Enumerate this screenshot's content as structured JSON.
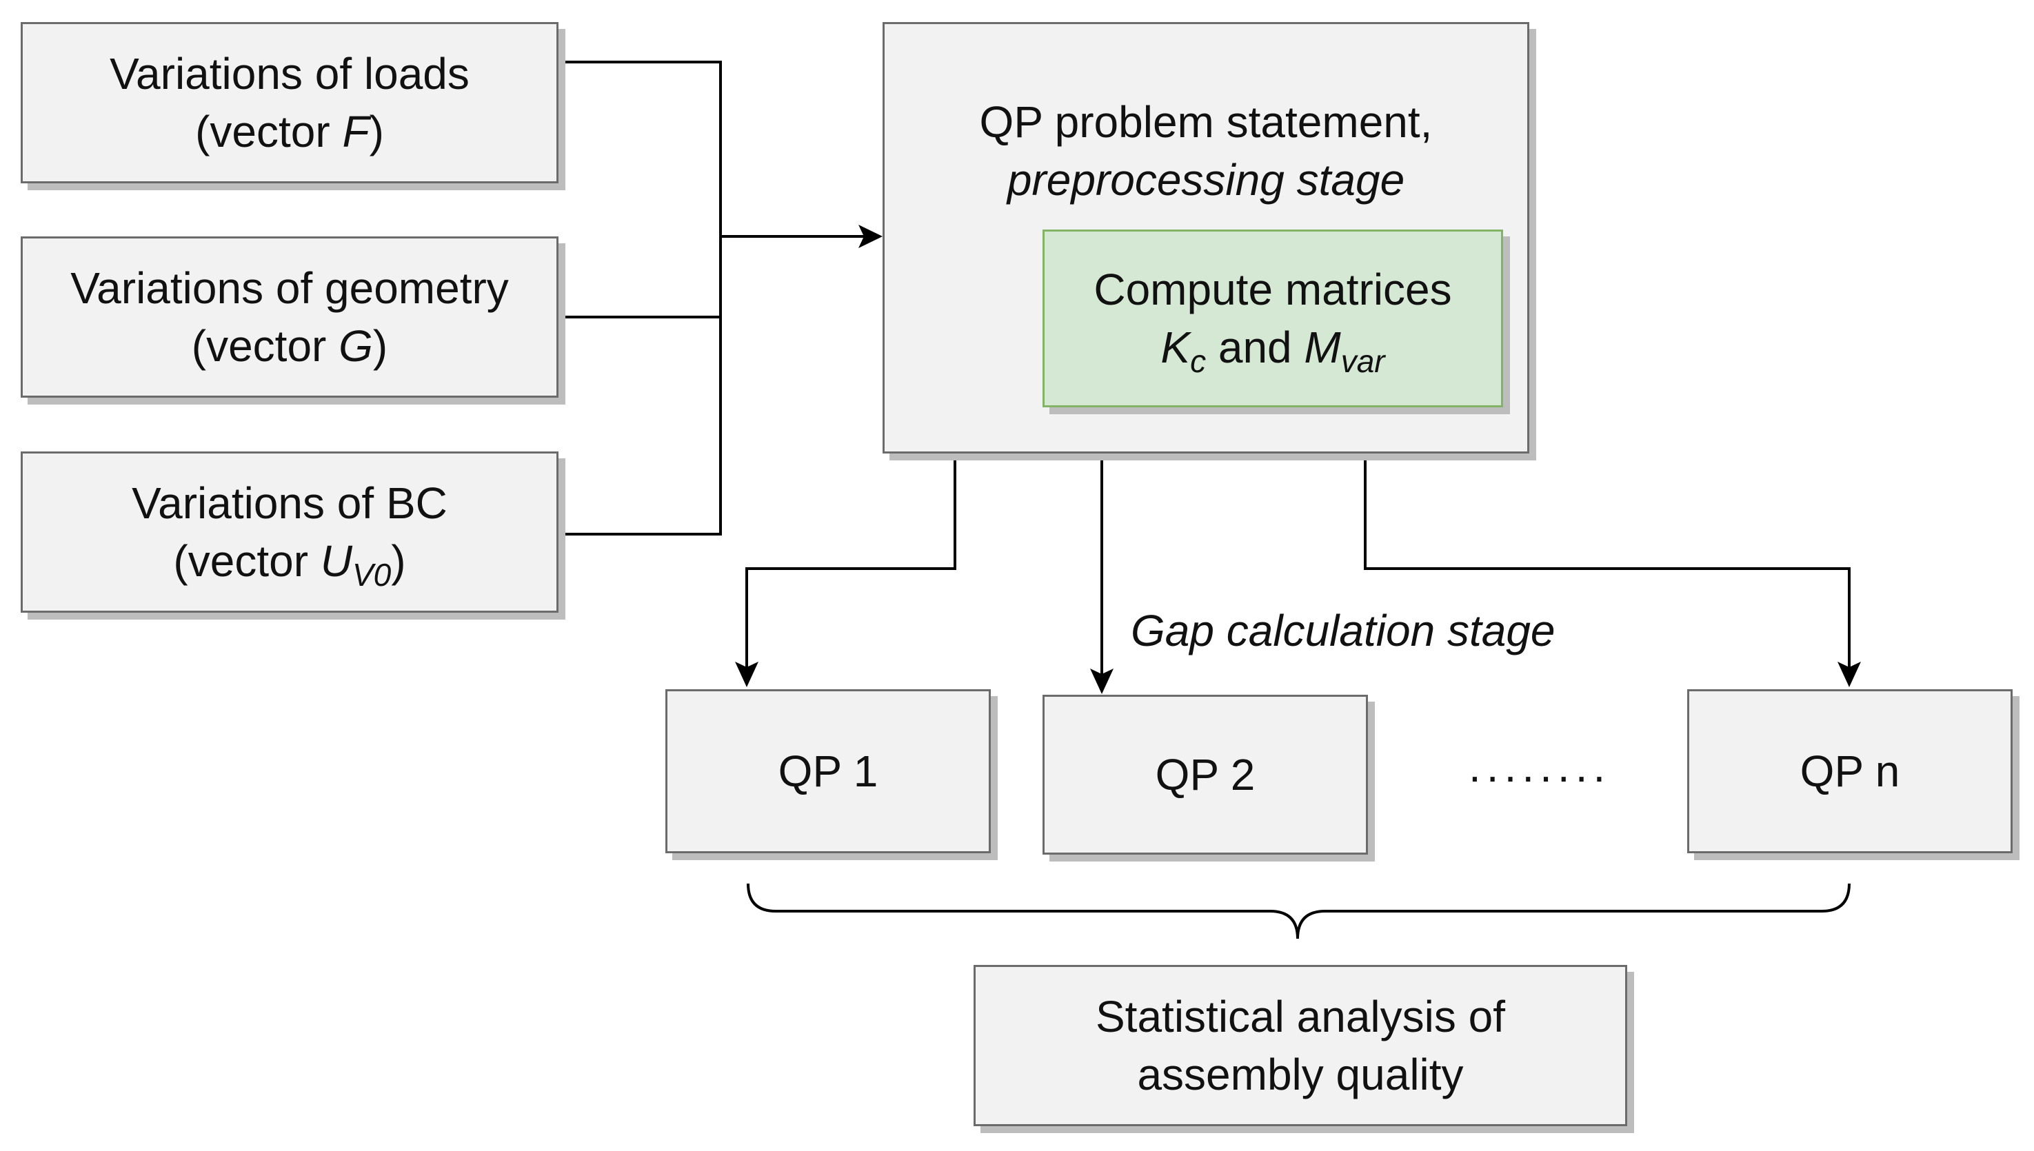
{
  "inputs": {
    "loads": {
      "line1": "Variations of loads",
      "line2_pre": "(vector ",
      "line2_var": "F",
      "line2_post": ")"
    },
    "geometry": {
      "line1": "Variations of geometry",
      "line2_pre": "(vector ",
      "line2_var": "G",
      "line2_post": ")"
    },
    "bc": {
      "line1": "Variations of BC",
      "line2_pre": "(vector ",
      "line2_var": "U",
      "line2_sub": "V0",
      "line2_post": ")"
    }
  },
  "qp_statement": {
    "line1": "QP problem statement,",
    "line2": "preprocessing stage"
  },
  "compute": {
    "line1": "Compute matrices",
    "k_var": "K",
    "k_sub": "c",
    "and_text": " and ",
    "m_var": "M",
    "m_sub": "var"
  },
  "stage_label": "Gap calculation stage",
  "qp_boxes": [
    "QP 1",
    "QP 2",
    "QP n"
  ],
  "ellipsis": "........",
  "statistics": {
    "line1": "Statistical analysis of",
    "line2": "assembly quality"
  },
  "colors": {
    "box_fill": "#f2f2f2",
    "box_border": "#6b6b6b",
    "green_fill": "#d5e8d4",
    "green_border": "#82b366",
    "connector": "#000000"
  }
}
